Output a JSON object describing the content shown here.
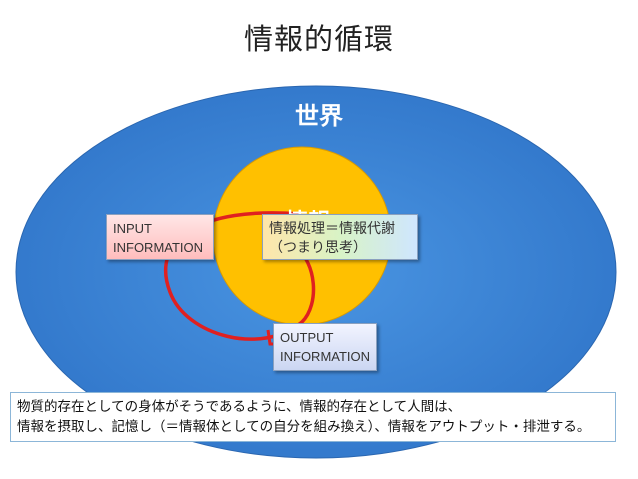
{
  "title": "情報的循環",
  "world_label": "世界",
  "info_label": "情報",
  "boxes": {
    "input": [
      "INPUT",
      "INFORMATION"
    ],
    "process": [
      "情報処理＝情報代謝",
      "（つまり思考）"
    ],
    "output": [
      "OUTPUT",
      "INFORMATION"
    ]
  },
  "caption": [
    "物質的存在としての身体がそうであるように、情報的存在として人間は、",
    "情報を摂取し、記憶し（＝情報体としての自分を組み換え）、情報をアウトプット・排泄する。"
  ],
  "colors": {
    "world": "#3f87d6",
    "info": "#ffc000",
    "cycle": "#e02020"
  }
}
